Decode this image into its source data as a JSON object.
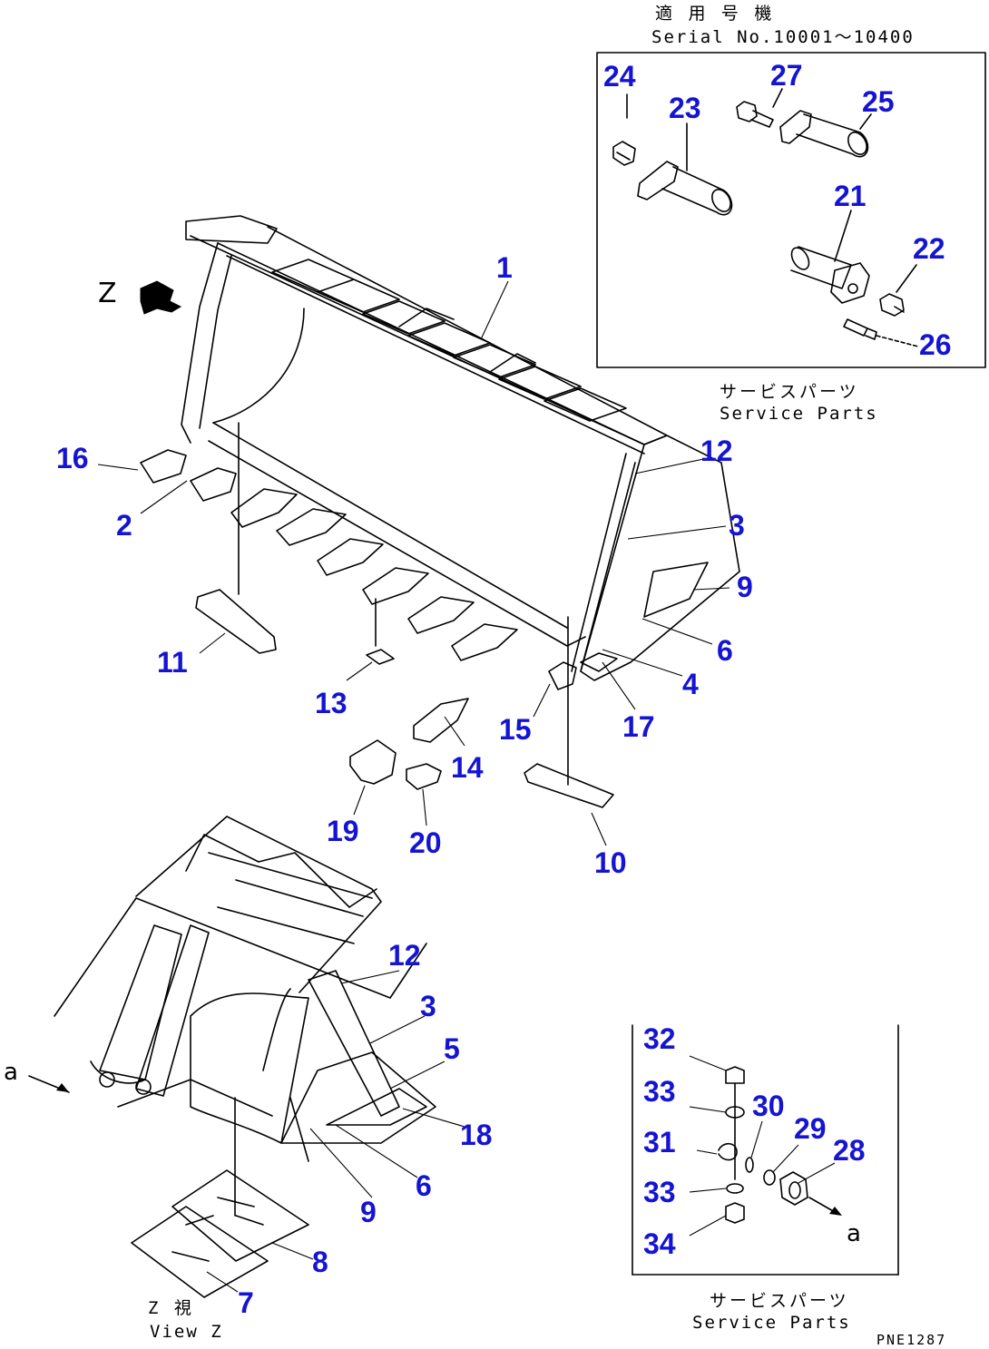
{
  "header": {
    "applicable_label_jp": "適 用 号 機",
    "serial_label": "Serial No.10001～10400"
  },
  "inset_top": {
    "caption_jp": "サービスパーツ",
    "caption_en": "Service Parts"
  },
  "inset_bottom": {
    "caption_jp": "サービスパーツ",
    "caption_en": "Service Parts",
    "arrow_letter": "a"
  },
  "view": {
    "letter": "Z",
    "caption_jp": "Z 視",
    "caption_en": "View Z",
    "arrow_letter": "a"
  },
  "drawing_code": "PNE1287",
  "callouts": [
    "1",
    "2",
    "3",
    "4",
    "6",
    "9",
    "10",
    "11",
    "12",
    "13",
    "14",
    "15",
    "16",
    "17",
    "19",
    "20",
    "21",
    "22",
    "23",
    "24",
    "25",
    "26",
    "27",
    "12",
    "3",
    "5",
    "18",
    "6",
    "9",
    "8",
    "7",
    "32",
    "33",
    "30",
    "29",
    "28",
    "31",
    "33",
    "34"
  ]
}
